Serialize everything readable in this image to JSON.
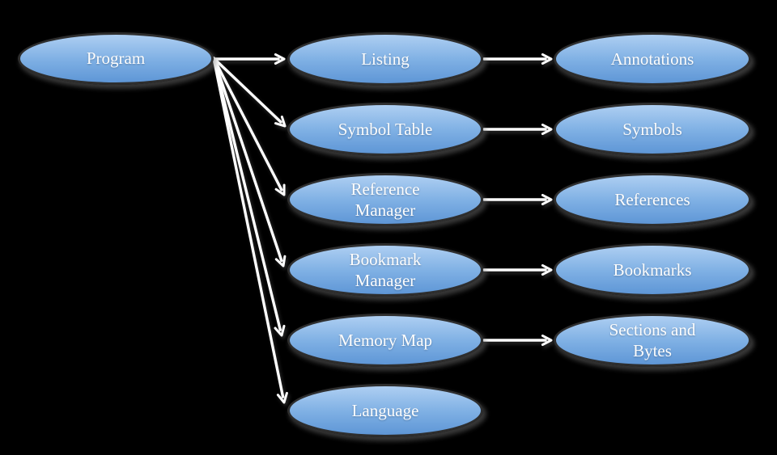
{
  "diagram": {
    "colors": {
      "bg": "#000000",
      "node_top": "#aecff2",
      "node_bottom": "#5e96d6",
      "node_border": "#2e2e2e",
      "text": "#fdfdfd",
      "arrow": "#ffffff"
    },
    "nodes": {
      "program": {
        "label": "Program"
      },
      "listing": {
        "label": "Listing"
      },
      "symbol_table": {
        "label": "Symbol Table"
      },
      "reference_manager": {
        "label": "Reference Manager"
      },
      "bookmark_manager": {
        "label": "Bookmark Manager"
      },
      "memory_map": {
        "label": "Memory Map"
      },
      "language": {
        "label": "Language"
      },
      "annotations": {
        "label": "Annotations"
      },
      "symbols": {
        "label": "Symbols"
      },
      "references": {
        "label": "References"
      },
      "bookmarks": {
        "label": "Bookmarks"
      },
      "sections_and_bytes": {
        "label": "Sections and Bytes"
      }
    },
    "edges": [
      {
        "from": "Program",
        "to": "Listing"
      },
      {
        "from": "Program",
        "to": "Symbol Table"
      },
      {
        "from": "Program",
        "to": "Reference Manager"
      },
      {
        "from": "Program",
        "to": "Bookmark Manager"
      },
      {
        "from": "Program",
        "to": "Memory Map"
      },
      {
        "from": "Program",
        "to": "Language"
      },
      {
        "from": "Listing",
        "to": "Annotations"
      },
      {
        "from": "Symbol Table",
        "to": "Symbols"
      },
      {
        "from": "Reference Manager",
        "to": "References"
      },
      {
        "from": "Bookmark Manager",
        "to": "Bookmarks"
      },
      {
        "from": "Memory Map",
        "to": "Sections and Bytes"
      }
    ]
  }
}
